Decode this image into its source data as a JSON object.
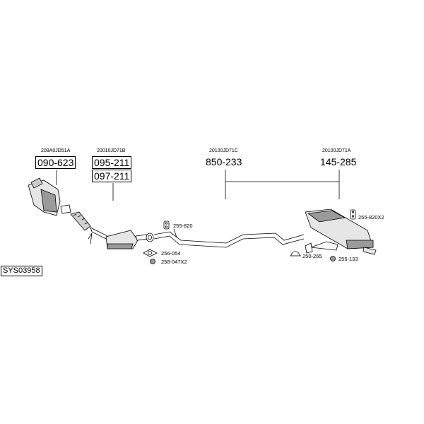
{
  "oem_codes": {
    "catalyst": "208A0JD51A",
    "front_silencer": "20010JD71B",
    "middle_pipe": "20100JD71C",
    "rear_silencer": "20100JD71A"
  },
  "part_numbers": {
    "catalyst": "090-623",
    "front_silencer_a": "095-211",
    "front_silencer_b": "097-211",
    "middle_pipe": "850-233",
    "rear_silencer": "145-285"
  },
  "accessories": {
    "rubber_mount_front": "255-820",
    "gasket": "256-054",
    "spring": "258-047X2",
    "rear_mount": "255-820X2",
    "clamp": "250-265",
    "nut": "255-133"
  },
  "system_code": "SYS03958",
  "colors": {
    "line": "#000000",
    "part_fill": "#e6e6e6",
    "part_shade": "#9a9a9a"
  }
}
